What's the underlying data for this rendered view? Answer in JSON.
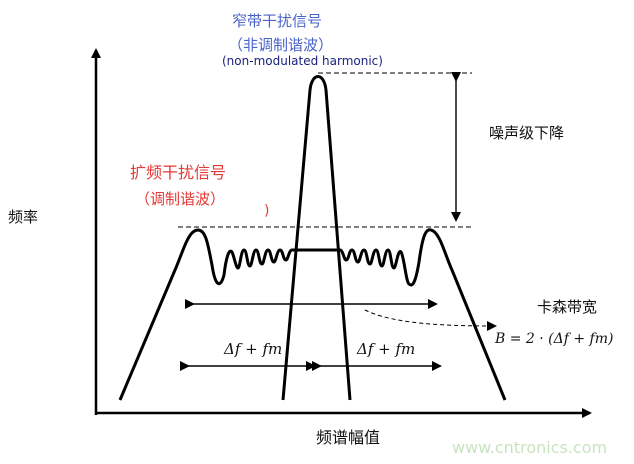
{
  "labels": {
    "narrow_title": "窄带干扰信号",
    "narrow_sub": "（非调制谐波）",
    "narrow_hidden": "(non-modulated harmonic)",
    "spread_title": "扩频干扰信号",
    "spread_sub": "（调制谐波）",
    "spread_paren": ")",
    "y_axis": "频率",
    "x_axis": "频谱幅值",
    "noise_reduction": "噪声级下降",
    "carson_bandwidth": "卡森带宽",
    "formula": "B = 2 · (Δf + fm)",
    "delta_left": "Δf + fm",
    "delta_right": "Δf + fm",
    "watermark": "www.cntronics.com"
  },
  "colors": {
    "narrow": "#4a63c9",
    "spread": "#e53935",
    "curve": "#000000",
    "watermark": "#c9e3c0"
  }
}
